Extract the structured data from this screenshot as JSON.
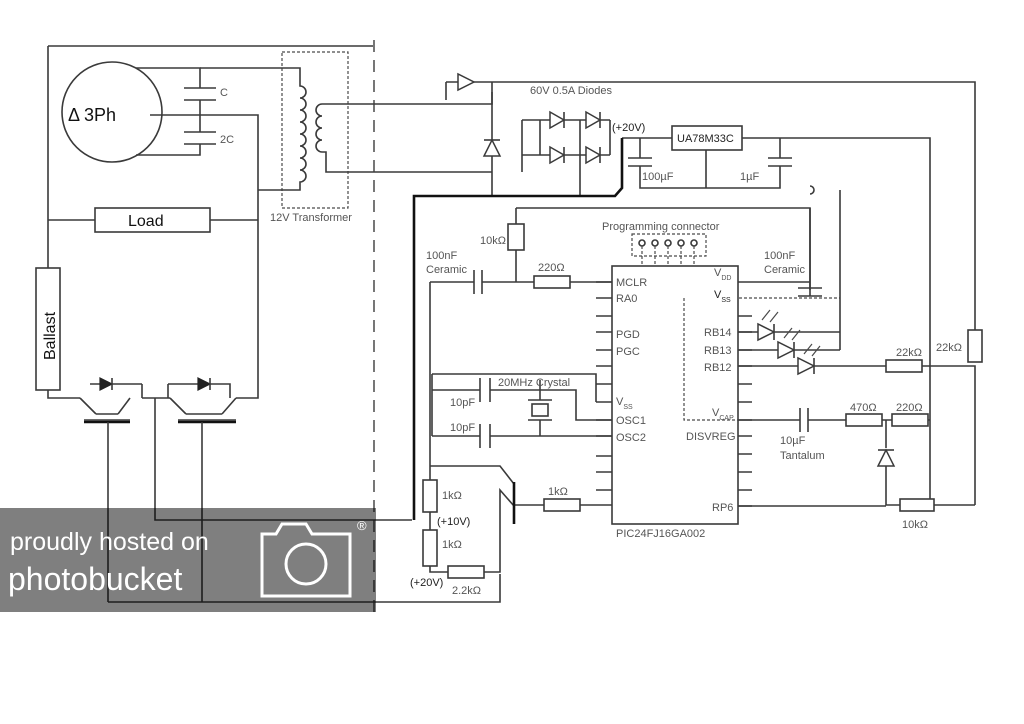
{
  "motor": {
    "label": "Δ 3Ph"
  },
  "capacitors": {
    "c1": "C",
    "c2": "2C"
  },
  "transformer": {
    "label": "12V Transformer"
  },
  "load": {
    "label": "Load"
  },
  "ballast": {
    "label": "Ballast"
  },
  "rectifier": {
    "label": "60V 0.5A Diodes"
  },
  "rails": {
    "v20_top": "(+20V)",
    "v10": "(+10V)",
    "v20_bottom": "(+20V)"
  },
  "regulator": {
    "label": "UA78M33C"
  },
  "caps_values": {
    "c_100uF": "100µF",
    "c_1uF": "1µF",
    "c_100nF_left": [
      "100nF",
      "Ceramic"
    ],
    "c_100nF_right": [
      "100nF",
      "Ceramic"
    ],
    "c_10pF_a": "10pF",
    "c_10pF_b": "10pF",
    "c_10uF": [
      "10µF",
      "Tantalum"
    ]
  },
  "resistors": {
    "r_10k_pullup": "10kΩ",
    "r_220_mclr": "220Ω",
    "r_22k_a": "22kΩ",
    "r_22k_b": "22kΩ",
    "r_470": "470Ω",
    "r_220_b": "220Ω",
    "r_10k_bottom": "10kΩ",
    "r_1k_base": "1kΩ",
    "r_1k_top": "1kΩ",
    "r_1k_bottom": "1kΩ",
    "r_2k2": "2.2kΩ"
  },
  "crystal": {
    "label": "20MHz Crystal"
  },
  "connector": {
    "label": "Programming connector"
  },
  "mcu": {
    "part": "PIC24FJ16GA002",
    "left_pins": [
      "MCLR",
      "RA0",
      "PGD",
      "PGC",
      "OSC1",
      "OSC2"
    ],
    "vss_left": {
      "main": "V",
      "sub": "SS"
    },
    "right_pins": [
      "RB14",
      "RB13",
      "RB12",
      "DISVREG",
      "RP6"
    ],
    "vdd": {
      "main": "V",
      "sub": "DD"
    },
    "vss_right": {
      "main": "V",
      "sub": "SS"
    },
    "vcap": {
      "main": "V",
      "sub": "CAP"
    }
  },
  "watermark": {
    "line1": "proudly hosted on",
    "line2": "photobucket",
    "mark": "®"
  }
}
